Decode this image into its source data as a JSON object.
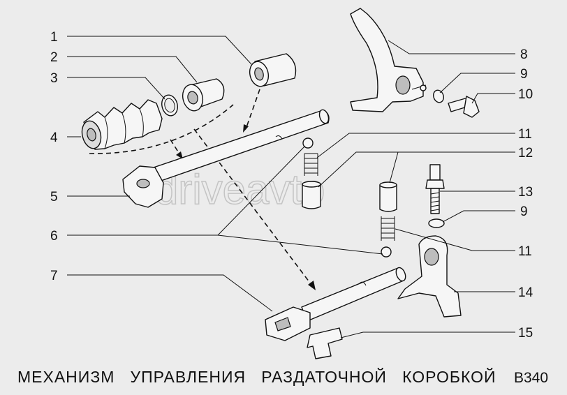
{
  "caption": "МЕХАНИЗМ   УПРАВЛЕНИЯ   РАЗДАТОЧНОЙ   КОРОБКОЙ",
  "figure_code": "B340",
  "watermark": "driveavto",
  "labels": {
    "l1": "1",
    "l2": "2",
    "l3": "3",
    "l4": "4",
    "l5": "5",
    "l6": "6",
    "l7": "7",
    "r8": "8",
    "r9a": "9",
    "r10": "10",
    "r11a": "11",
    "r12": "12",
    "r13": "13",
    "r9b": "9",
    "r11b": "11",
    "r14": "14",
    "r15": "15"
  }
}
